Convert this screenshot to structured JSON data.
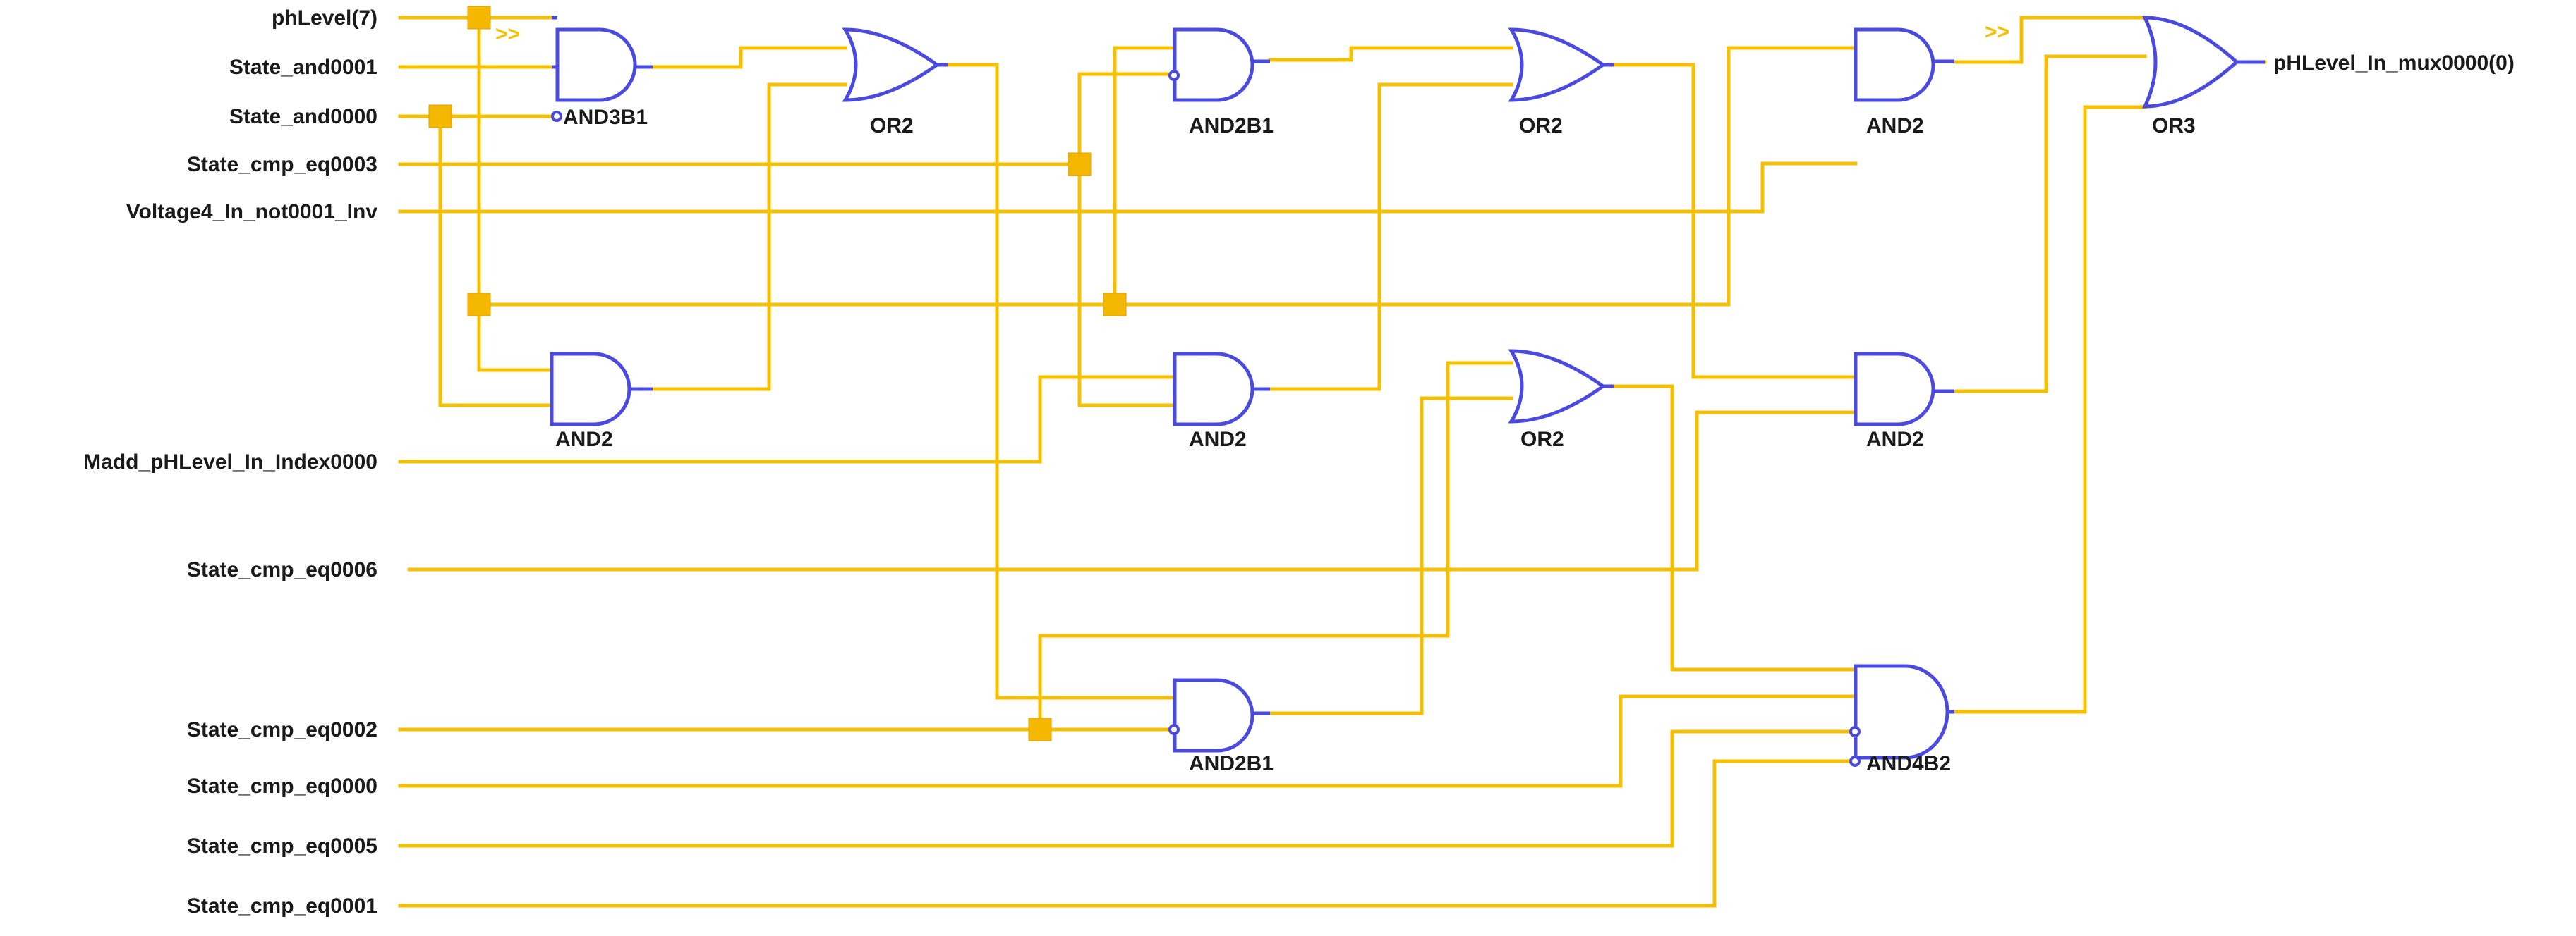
{
  "inputs": {
    "phlevel7": "phLevel(7)",
    "state_and0001": "State_and0001",
    "state_and0000": "State_and0000",
    "state_cmp_eq0003": "State_cmp_eq0003",
    "voltage4": "Voltage4_In_not0001_Inv",
    "madd": "Madd_pHLevel_In_Index0000",
    "state_cmp_eq0006": "State_cmp_eq0006",
    "state_cmp_eq0002": "State_cmp_eq0002",
    "state_cmp_eq0000": "State_cmp_eq0000",
    "state_cmp_eq0005": "State_cmp_eq0005",
    "state_cmp_eq0001": "State_cmp_eq0001"
  },
  "output": "pHLevel_In_mux0000(0)",
  "gates": {
    "and3b1": "AND3B1",
    "or2_a": "OR2",
    "and2b1_top": "AND2B1",
    "or2_b": "OR2",
    "and2_top": "AND2",
    "or3": "OR3",
    "and2_left": "AND2",
    "and2_mid": "AND2",
    "or2_mid": "OR2",
    "and2_right": "AND2",
    "and2b1_bottom": "AND2B1",
    "and4b2": "AND4B2"
  },
  "markers": {
    "continuation": ">>"
  },
  "colors": {
    "wire": "#f5c000",
    "junction": "#f5b800",
    "gate": "#4a4ae0",
    "text": "#1a1a1a"
  }
}
